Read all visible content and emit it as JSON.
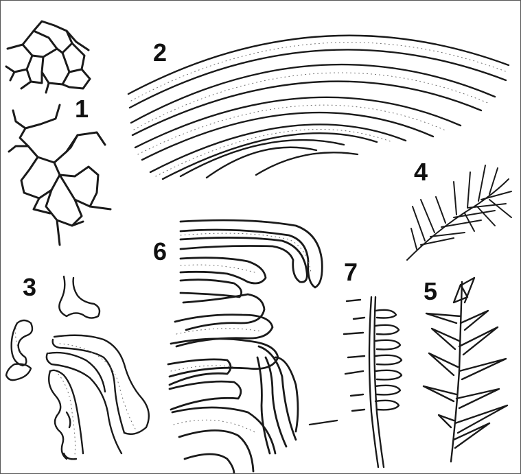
{
  "labels": [
    "1",
    "2",
    "3",
    "4",
    "5",
    "6",
    "7"
  ],
  "colors": {
    "ink": "#1a1a1a",
    "background": "#ffffff",
    "frame": "#555555"
  }
}
